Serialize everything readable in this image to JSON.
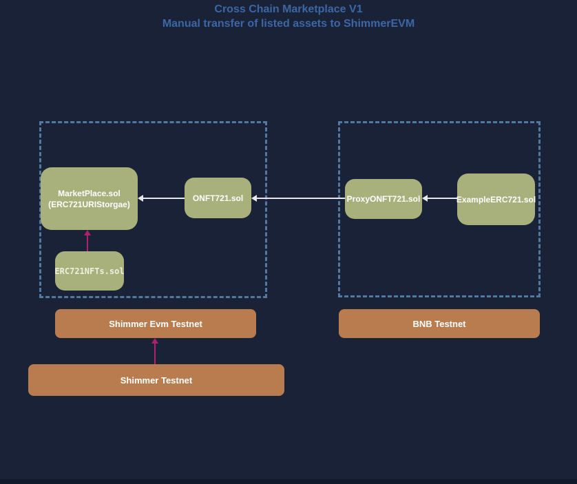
{
  "title": {
    "line1": "Cross Chain Marketplace V1",
    "line2": "Manual transfer of listed assets to ShimmerEVM"
  },
  "diagram": {
    "nodes": {
      "marketplace": {
        "line1": "MarketPlace.sol",
        "line2": "(ERC721URIStorgae)"
      },
      "onft721": {
        "label": "ONFT721.sol"
      },
      "erc721nfts": {
        "label": "ERC721NFTs.sol"
      },
      "proxyonft721": {
        "label": "ProxyONFT721.sol"
      },
      "exampleerc721": {
        "label": "ExampleERC721.sol"
      }
    },
    "chains": {
      "shimmer_evm": {
        "label": "Shimmer Evm Testnet"
      },
      "bnb": {
        "label": "BNB Testnet"
      },
      "shimmer": {
        "label": "Shimmer Testnet"
      }
    },
    "edges": [
      {
        "from": "ONFT721.sol",
        "to": "MarketPlace.sol",
        "style": "white-arrow"
      },
      {
        "from": "ProxyONFT721.sol",
        "to": "ONFT721.sol",
        "style": "white-arrow"
      },
      {
        "from": "ExampleERC721.sol",
        "to": "ProxyONFT721.sol",
        "style": "white-arrow"
      },
      {
        "from": "ERC721NFTs.sol",
        "to": "MarketPlace.sol",
        "style": "pink-arrow"
      },
      {
        "from": "Shimmer Testnet",
        "to": "Shimmer Evm Testnet",
        "style": "pink-arrow"
      }
    ]
  },
  "colors": {
    "background": "#1a2238",
    "footer_strip": "#111a2b",
    "title_text": "#3b67a4",
    "node_fill": "#a8b17c",
    "node_text": "#ffffff",
    "node_mono_text": "#eef0df",
    "chain_fill": "#b87c4e",
    "chain_text": "#ffffff",
    "container_border": "#54799f",
    "arrow_white": "#e8e8ea",
    "arrow_pink": "#b0206e"
  }
}
